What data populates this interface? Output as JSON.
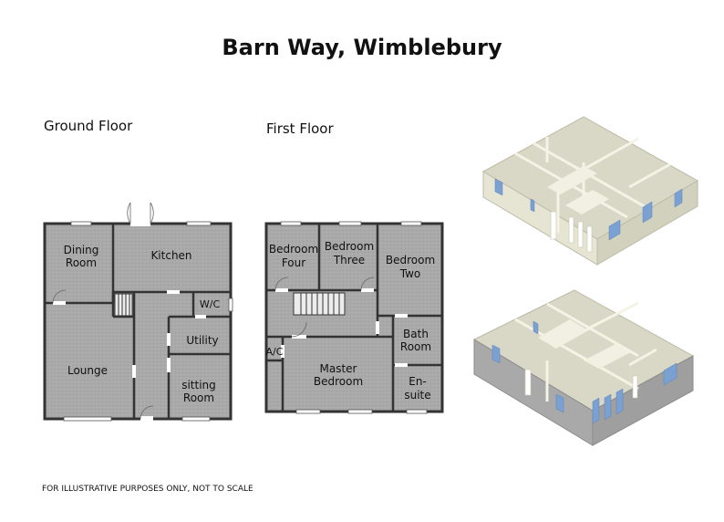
{
  "title": "Barn Way, Wimblebury",
  "ground_floor": {
    "label": "Ground Floor",
    "rooms": {
      "dining": [
        "Dining",
        "Room"
      ],
      "kitchen": "Kitchen",
      "wc": "W/C",
      "utility": "Utility",
      "lounge": "Lounge",
      "sitting": [
        "sitting",
        "Room"
      ]
    }
  },
  "first_floor": {
    "label": "First Floor",
    "rooms": {
      "bed4": [
        "Bedroom",
        "Four"
      ],
      "bed3": [
        "Bedroom",
        "Three"
      ],
      "bed2": [
        "Bedroom",
        "Two"
      ],
      "ac": "A/C",
      "master": [
        "Master",
        "Bedroom"
      ],
      "bath": [
        "Bath",
        "Room"
      ],
      "ensuite": [
        "En-",
        "suite"
      ]
    }
  },
  "disclaimer": "FOR ILLUSTRATIVE PURPOSES ONLY, NOT TO SCALE",
  "colors": {
    "floor": "#a9a9a9",
    "wall": "#333333",
    "window": "#ffffff",
    "wall3d": "#ecebd8",
    "window3d": "#7aa1d2"
  }
}
